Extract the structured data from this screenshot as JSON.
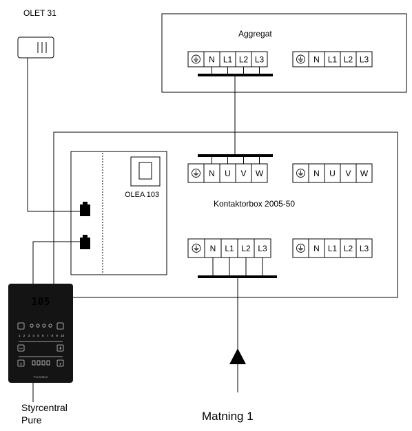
{
  "labels": {
    "olet": "OLET 31",
    "aggregat": "Aggregat",
    "olea": "OLEA 103",
    "kontaktorbox": "Kontaktorbox  2005-50",
    "styrcentral_line1": "Styrcentral",
    "styrcentral_line2": "Pure",
    "matning": "Matning 1"
  },
  "terminals": {
    "aggregat_block_1": [
      "earth-icon",
      "N",
      "L1",
      "L2",
      "L3"
    ],
    "aggregat_block_2": [
      "earth-icon",
      "N",
      "L1",
      "L2",
      "L3"
    ],
    "kontaktor_top_1": [
      "earth-icon",
      "N",
      "U",
      "V",
      "W"
    ],
    "kontaktor_top_2": [
      "earth-icon",
      "N",
      "U",
      "V",
      "W"
    ],
    "kontaktor_bottom_1": [
      "earth-icon",
      "N",
      "L1",
      "L2",
      "L3"
    ],
    "kontaktor_bottom_2": [
      "earth-icon",
      "N",
      "L1",
      "L2",
      "L3"
    ]
  },
  "control_panel": {
    "display_value": "105",
    "scale": [
      "1",
      "2",
      "3",
      "4",
      "5",
      "6",
      "7",
      "8",
      "9",
      "10"
    ],
    "minus": "−",
    "plus": "+",
    "left": "‹",
    "right": "›",
    "brand": "TYLÖHELO",
    "display_color": "#ff2a2a",
    "panel_color": "#141414"
  }
}
